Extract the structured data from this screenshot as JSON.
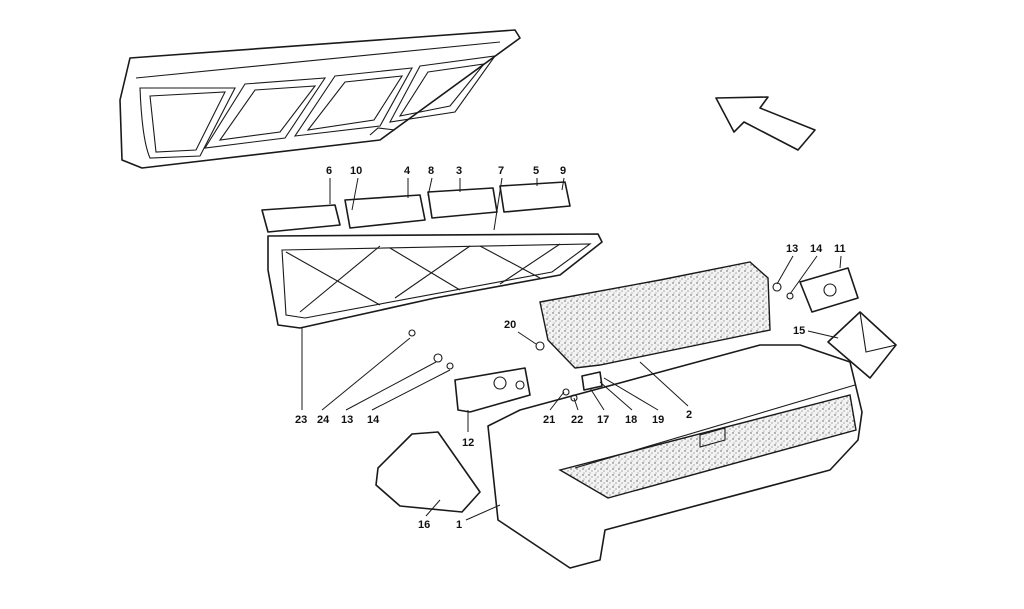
{
  "callouts": [
    {
      "id": "c6",
      "text": "6"
    },
    {
      "id": "c10",
      "text": "10"
    },
    {
      "id": "c4",
      "text": "4"
    },
    {
      "id": "c8",
      "text": "8"
    },
    {
      "id": "c3",
      "text": "3"
    },
    {
      "id": "c7",
      "text": "7"
    },
    {
      "id": "c5",
      "text": "5"
    },
    {
      "id": "c9",
      "text": "9"
    },
    {
      "id": "c13a",
      "text": "13"
    },
    {
      "id": "c14a",
      "text": "14"
    },
    {
      "id": "c11",
      "text": "11"
    },
    {
      "id": "c15",
      "text": "15"
    },
    {
      "id": "c20",
      "text": "20"
    },
    {
      "id": "c23",
      "text": "23"
    },
    {
      "id": "c24",
      "text": "24"
    },
    {
      "id": "c13b",
      "text": "13"
    },
    {
      "id": "c14b",
      "text": "14"
    },
    {
      "id": "c21",
      "text": "21"
    },
    {
      "id": "c22",
      "text": "22"
    },
    {
      "id": "c17",
      "text": "17"
    },
    {
      "id": "c18",
      "text": "18"
    },
    {
      "id": "c19",
      "text": "19"
    },
    {
      "id": "c2",
      "text": "2"
    },
    {
      "id": "c12",
      "text": "12"
    },
    {
      "id": "c16",
      "text": "16"
    },
    {
      "id": "c1",
      "text": "1"
    }
  ],
  "colors": {
    "line": "#1a1a1a",
    "background": "#ffffff"
  },
  "icons": {
    "orientation": "direction-arrow-icon"
  }
}
